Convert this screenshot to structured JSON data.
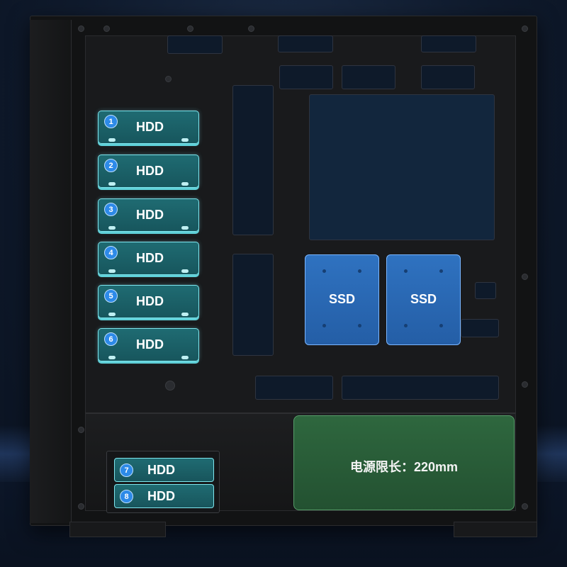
{
  "hdd_bays": [
    {
      "index": "1",
      "label": "HDD"
    },
    {
      "index": "2",
      "label": "HDD"
    },
    {
      "index": "3",
      "label": "HDD"
    },
    {
      "index": "4",
      "label": "HDD"
    },
    {
      "index": "5",
      "label": "HDD"
    },
    {
      "index": "6",
      "label": "HDD"
    }
  ],
  "bottom_hdd_bays": [
    {
      "index": "7",
      "label": "HDD"
    },
    {
      "index": "8",
      "label": "HDD"
    }
  ],
  "ssd_bays": [
    {
      "label": "SSD"
    },
    {
      "label": "SSD"
    }
  ],
  "psu_area": {
    "label": "电源限长：220mm"
  },
  "colors": {
    "hdd_fill": "#1f6b72",
    "hdd_outline": "#7fe6ee",
    "badge": "#2d8ae8",
    "ssd_fill": "#2f72c0",
    "psu_fill": "#2f6b40",
    "case": "#121314",
    "background": "#0f1a2c"
  }
}
